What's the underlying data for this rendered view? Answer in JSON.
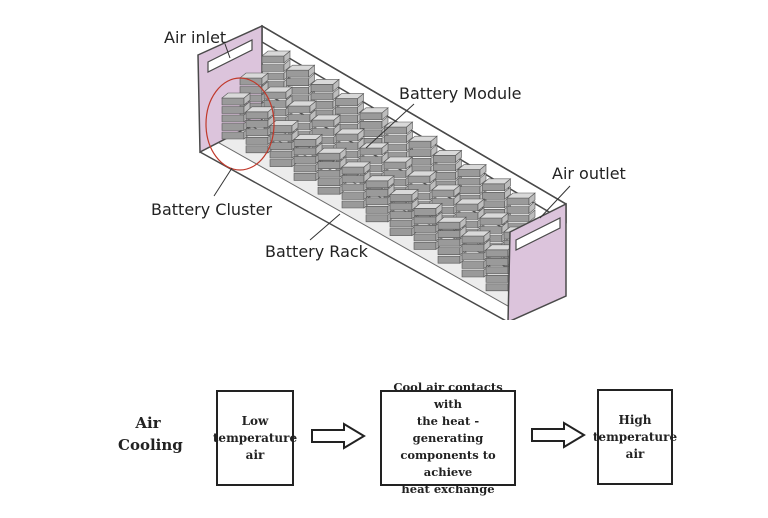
{
  "labels": {
    "air_inlet": "Air inlet",
    "battery_module": "Battery Module",
    "air_outlet": "Air outlet",
    "battery_cluster": "Battery Cluster",
    "battery_rack": "Battery Rack"
  },
  "flow": {
    "title_line1": "Air",
    "title_line2": "Cooling",
    "step1": [
      "Low",
      "temperature",
      "air"
    ],
    "step2": [
      "Cool air contacts with",
      "the heat - generating",
      "components to achieve",
      "heat exchange"
    ],
    "step3": [
      "High",
      "temperature",
      "air"
    ]
  },
  "colors": {
    "end_wall": "#dcc4dc",
    "outline": "#4a4a4a",
    "module_top": "#d9d9d9",
    "module_side": "#9a9a9a",
    "cluster_circle": "#c0392b"
  }
}
